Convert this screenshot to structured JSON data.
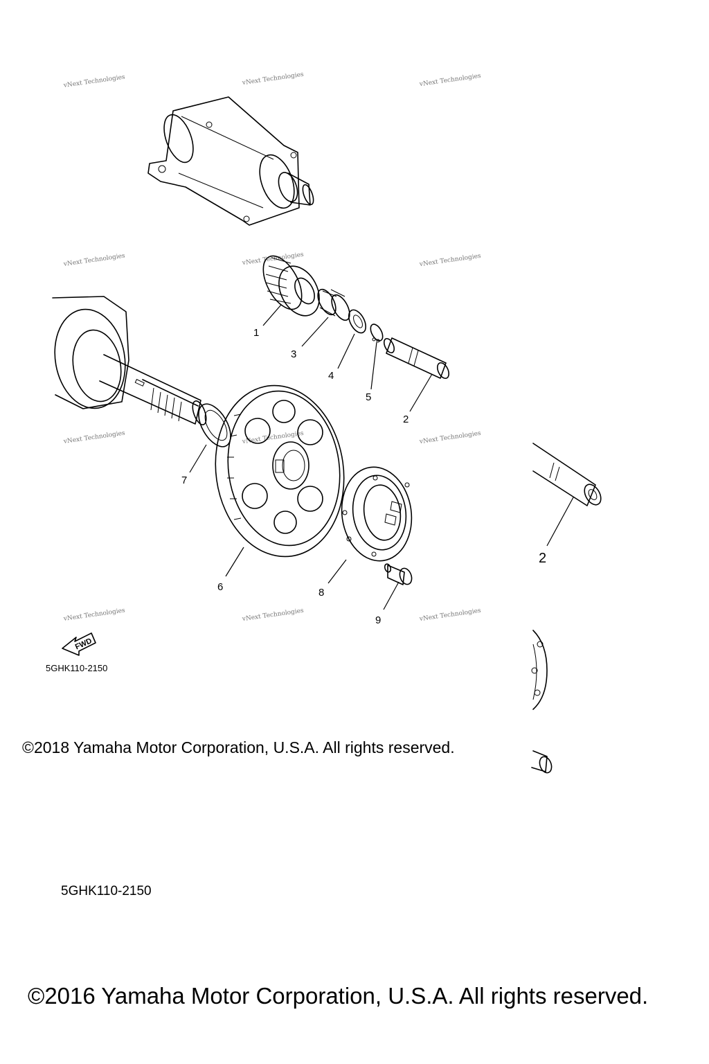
{
  "watermark": {
    "text": "vNext Technologies"
  },
  "callouts": {
    "c1": "1",
    "c2": "2",
    "c3": "3",
    "c4": "4",
    "c5": "5",
    "c6": "6",
    "c7": "7",
    "c8": "8",
    "c9": "9",
    "c2_large": "2"
  },
  "fwd_arrow": {
    "label": "FWD"
  },
  "diagram_code_small": "5GHK110-2150",
  "diagram_code_large": "5GHK110-2150",
  "copyright_small": "©2018 Yamaha Motor Corporation, U.S.A. All rights reserved.",
  "copyright_large": "©2016 Yamaha Motor Corporation, U.S.A. All rights reserved."
}
